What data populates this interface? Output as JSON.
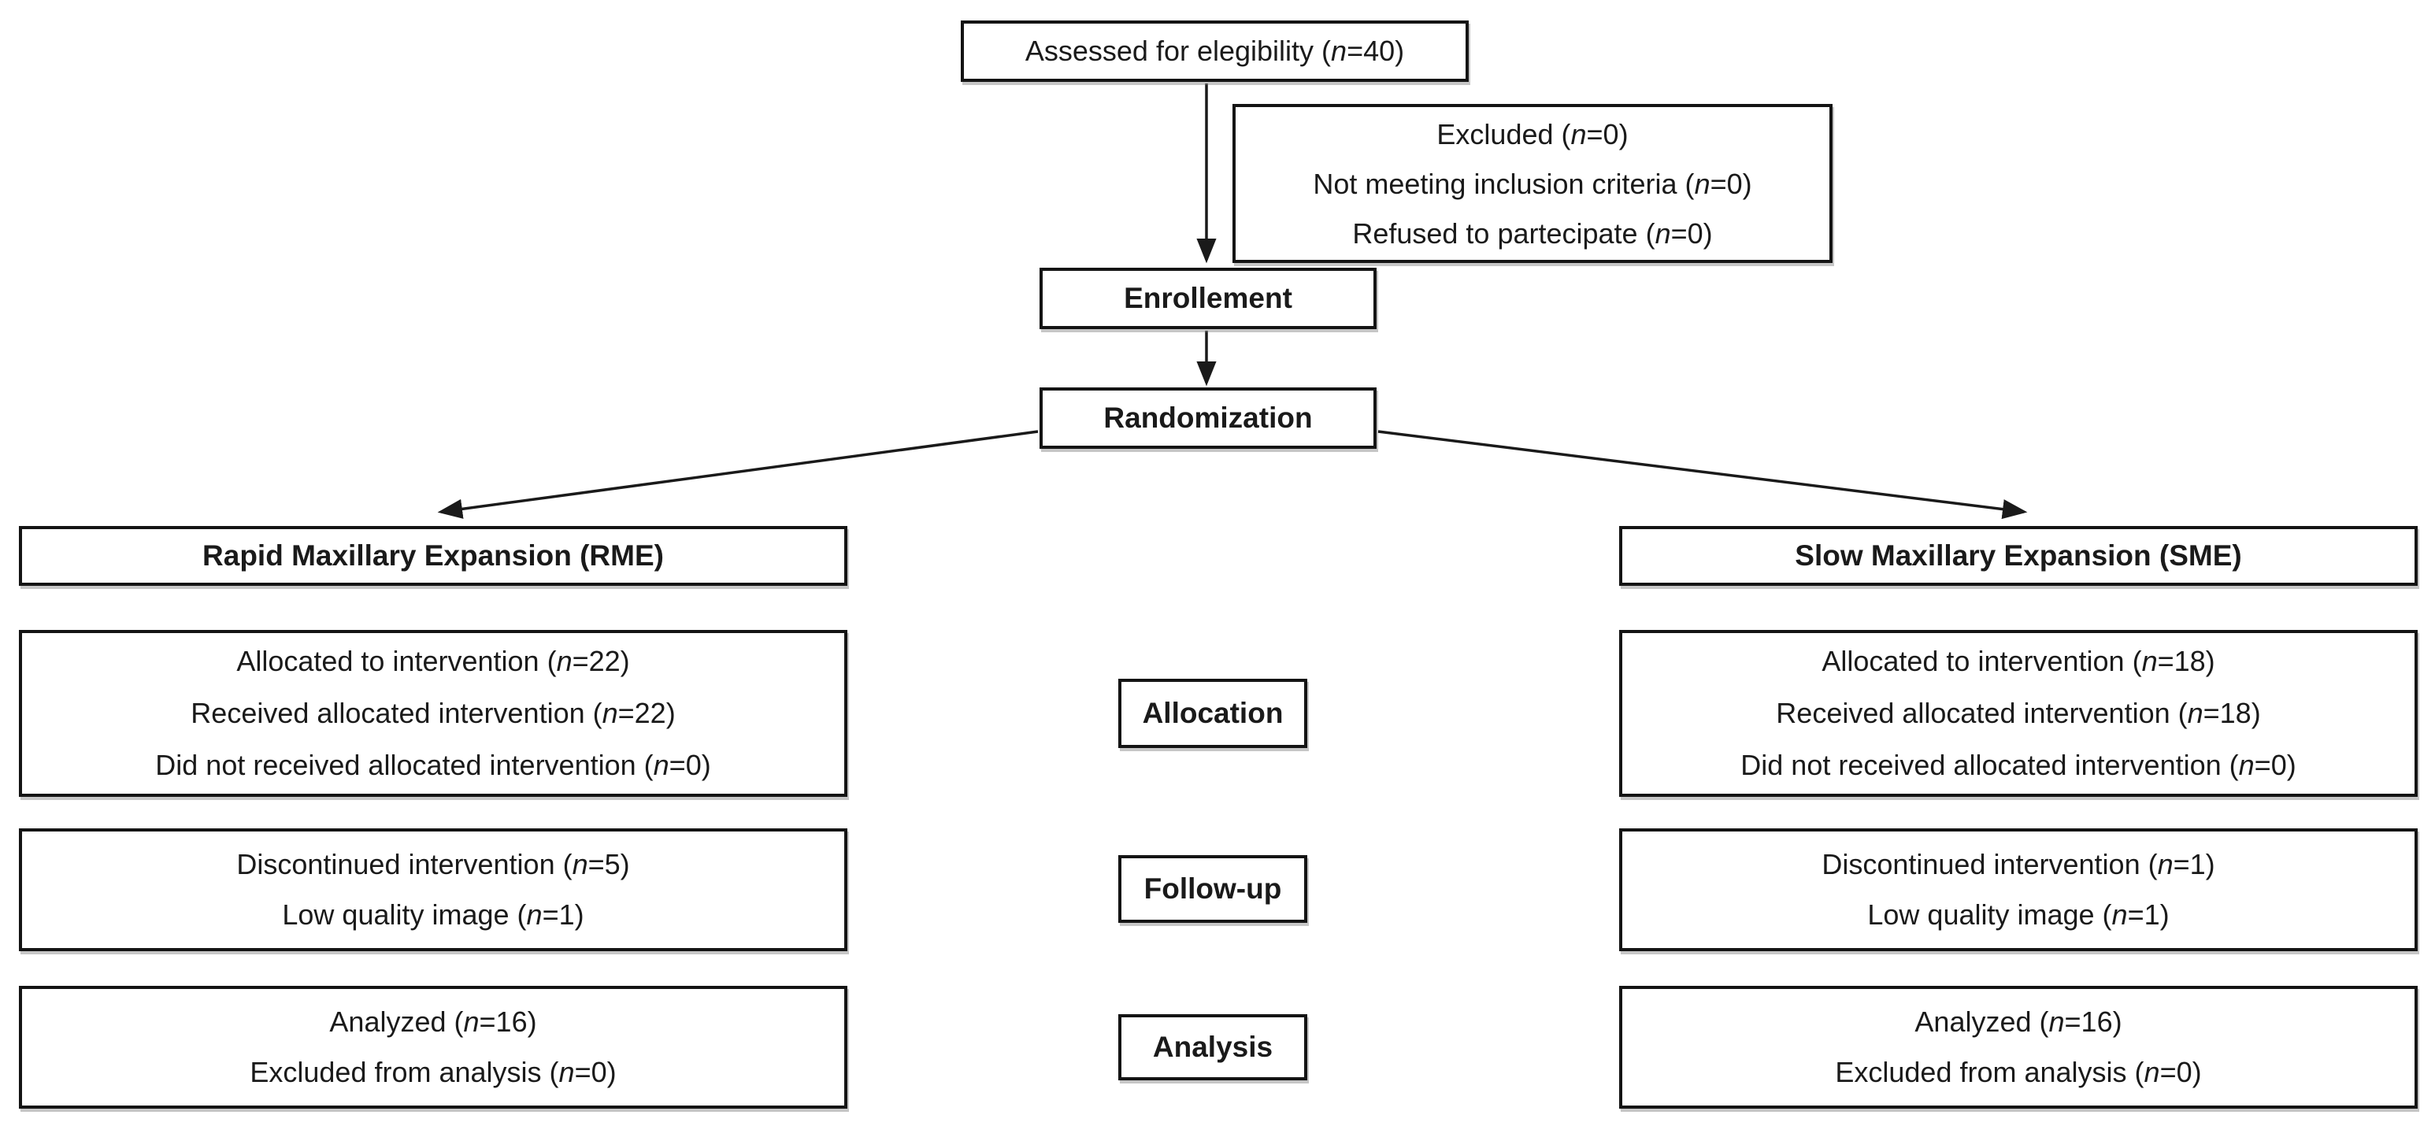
{
  "diagram": {
    "type": "consort-flow",
    "colors": {
      "ink": "#1a1a1a",
      "border": "#141414",
      "background": "#ffffff"
    },
    "boxes": {
      "assessed": {
        "lines": [
          "Assessed for elegibility (n=40)"
        ]
      },
      "excluded": {
        "lines": [
          "Excluded (n=0)",
          "Not meeting inclusion criteria (n=0)",
          "Refused to partecipate (n=0)"
        ]
      },
      "enrollement": {
        "label": "Enrollement"
      },
      "randomization": {
        "label": "Randomization"
      },
      "rme_header": {
        "label": "Rapid Maxillary Expansion (RME)"
      },
      "sme_header": {
        "label": "Slow Maxillary Expansion (SME)"
      },
      "rme_allocation": {
        "lines": [
          "Allocated to intervention (n=22)",
          "Received allocated intervention (n=22)",
          "Did not received allocated intervention (n=0)"
        ]
      },
      "allocation_label": {
        "label": "Allocation"
      },
      "sme_allocation": {
        "lines": [
          "Allocated to intervention (n=18)",
          "Received allocated intervention (n=18)",
          "Did not received allocated intervention (n=0)"
        ]
      },
      "rme_followup": {
        "lines": [
          "Discontinued intervention (n=5)",
          "Low quality image (n=1)"
        ]
      },
      "followup_label": {
        "label": "Follow-up"
      },
      "sme_followup": {
        "lines": [
          "Discontinued intervention (n=1)",
          "Low quality image (n=1)"
        ]
      },
      "rme_analysis": {
        "lines": [
          "Analyzed (n=16)",
          "Excluded from analysis (n=0)"
        ]
      },
      "analysis_label": {
        "label": "Analysis"
      },
      "sme_analysis": {
        "lines": [
          "Analyzed (n=16)",
          "Excluded from analysis (n=0)"
        ]
      }
    }
  }
}
